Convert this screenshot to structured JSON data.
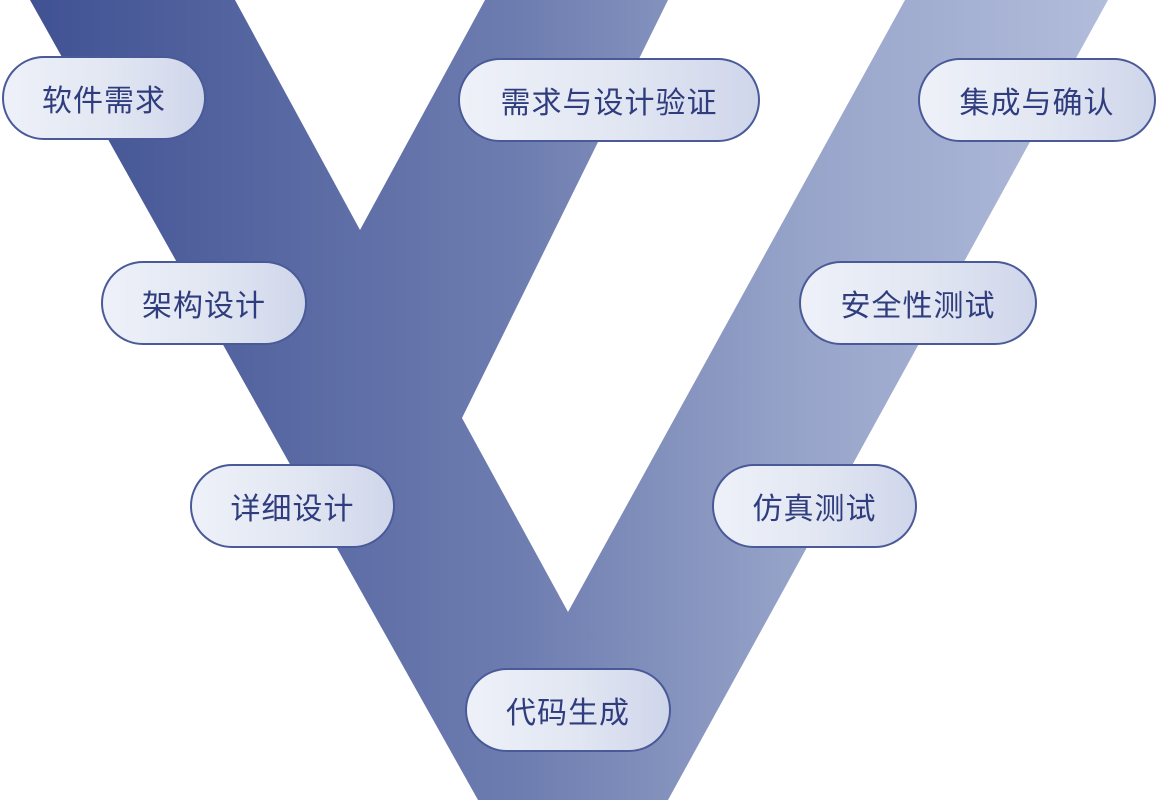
{
  "diagram": {
    "colors": {
      "band_dark": "#3e4f92",
      "band_mid": "#7785b3",
      "band_light": "#b0badb",
      "pill_border": "#4a5a98",
      "pill_text": "#2f3d7e"
    },
    "stages": [
      {
        "label": "软件需求"
      },
      {
        "label": "需求与设计验证"
      },
      {
        "label": "集成与确认"
      },
      {
        "label": "架构设计"
      },
      {
        "label": "安全性测试"
      },
      {
        "label": "详细设计"
      },
      {
        "label": "仿真测试"
      },
      {
        "label": "代码生成"
      }
    ]
  }
}
